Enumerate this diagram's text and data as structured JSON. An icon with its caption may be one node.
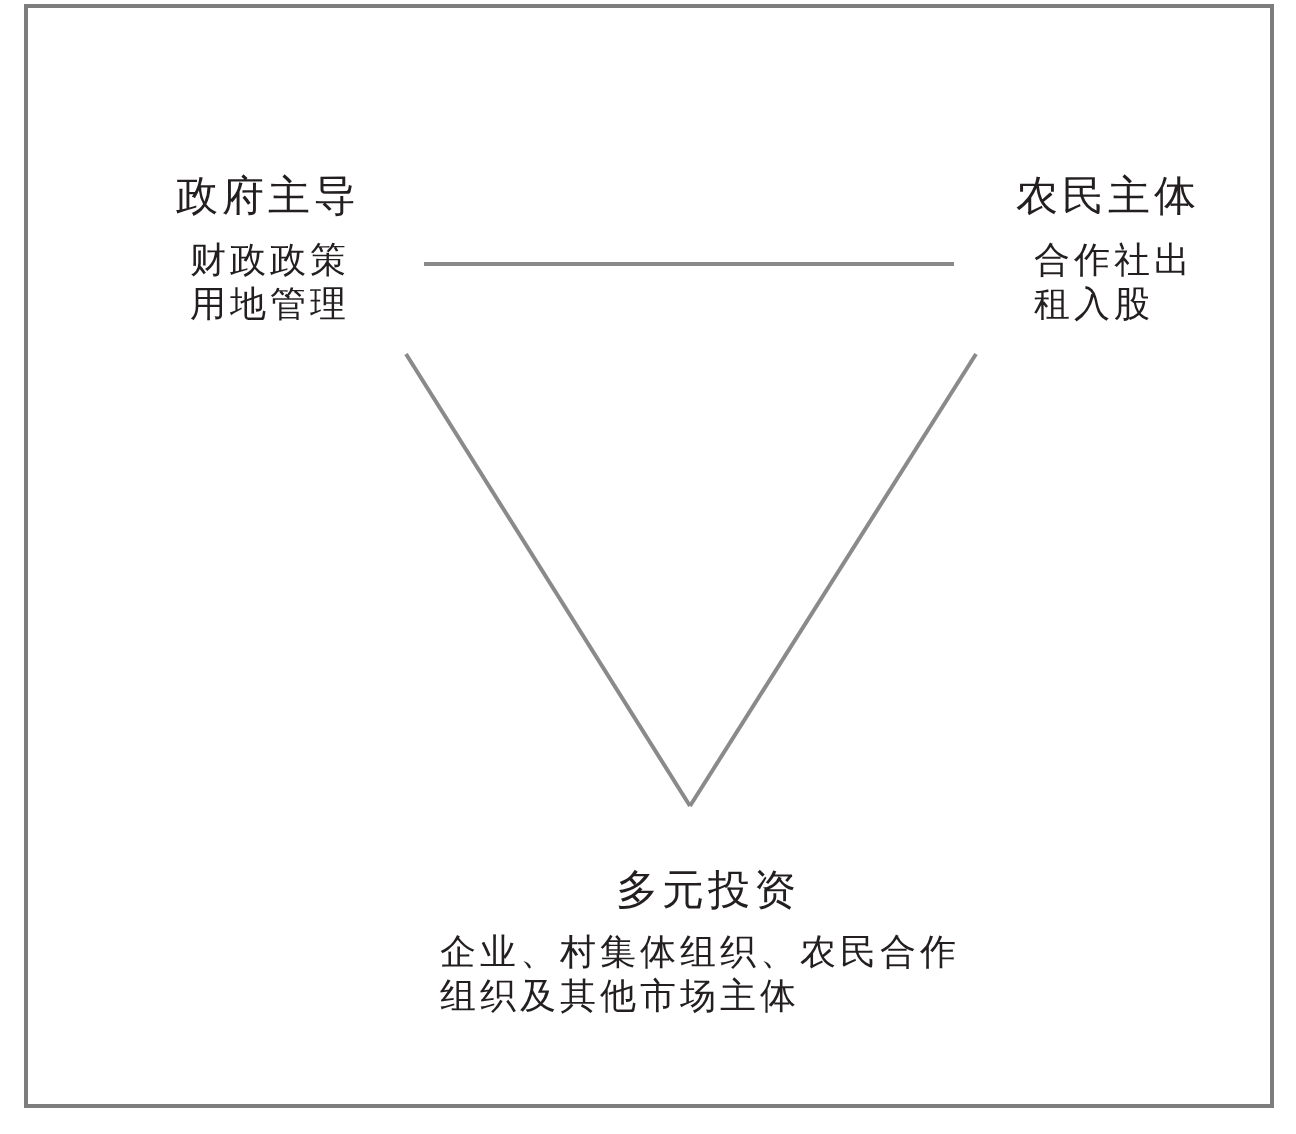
{
  "diagram": {
    "nodes": [
      {
        "text": [
          "政府主导",
          "财政政策用地管理"
        ]
      },
      {
        "text": [
          "农民主体",
          "合作社出租入股"
        ]
      },
      {
        "text": [
          "多元投资",
          "企业、村集体组织、农民合作组织及其他市场主体"
        ]
      }
    ],
    "edges": [
      {
        "from": 0,
        "to": 1,
        "arrow": "none"
      },
      {
        "from": 0,
        "to": 2,
        "arrow": "none"
      },
      {
        "from": 1,
        "to": 2,
        "arrow": "none"
      }
    ]
  }
}
